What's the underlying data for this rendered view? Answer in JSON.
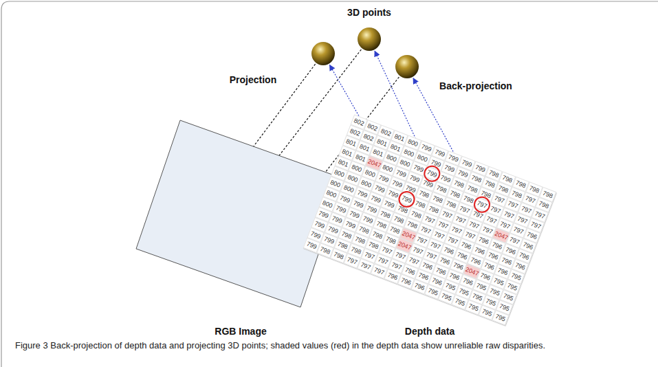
{
  "diagram": {
    "caption": "Figure 3 Back-projection of depth data and projecting 3D points; shaded values (red) in the depth data show unreliable raw disparities.",
    "nodes": [
      {
        "text": [
          "RGB Image"
        ]
      },
      {
        "text": [
          "Depth data"
        ]
      }
    ],
    "labels": [
      "3D points",
      "Projection",
      "Back-projection",
      "802",
      "802",
      "802",
      "801",
      "800",
      "799",
      "799",
      "799",
      "799",
      "799",
      "798",
      "798",
      "798",
      "798",
      "798",
      "802",
      "802",
      "801",
      "801",
      "800",
      "800",
      "799",
      "799",
      "799",
      "798",
      "798",
      "798",
      "798",
      "797",
      "798",
      "801",
      "801",
      "801",
      "800",
      "800",
      "799",
      "799",
      "799",
      "798",
      "798",
      "798",
      "797",
      "797",
      "797",
      "797",
      "801",
      "801",
      "2047",
      "800",
      "799",
      "799",
      "799",
      "798",
      "798",
      "798",
      "797",
      "797",
      "797",
      "797",
      "797",
      "801",
      "800",
      "800",
      "799",
      "799",
      "799",
      "798",
      "798",
      "798",
      "797",
      "797",
      "797",
      "797",
      "797",
      "796",
      "800",
      "800",
      "800",
      "799",
      "799",
      "799",
      "798",
      "798",
      "797",
      "797",
      "797",
      "797",
      "2047",
      "797",
      "796",
      "800",
      "800",
      "799",
      "799",
      "799",
      "798",
      "798",
      "797",
      "797",
      "797",
      "797",
      "796",
      "796",
      "796",
      "796",
      "800",
      "799",
      "799",
      "799",
      "798",
      "798",
      "798",
      "797",
      "797",
      "797",
      "796",
      "796",
      "796",
      "796",
      "796",
      "800",
      "799",
      "799",
      "799",
      "798",
      "798",
      "2047",
      "797",
      "797",
      "796",
      "796",
      "796",
      "796",
      "796",
      "795",
      "799",
      "799",
      "799",
      "798",
      "798",
      "798",
      "2047",
      "797",
      "797",
      "796",
      "796",
      "2047",
      "796",
      "795",
      "795",
      "799",
      "799",
      "798",
      "798",
      "798",
      "797",
      "797",
      "797",
      "796",
      "796",
      "796",
      "796",
      "795",
      "795",
      "795",
      "799",
      "799",
      "798",
      "798",
      "797",
      "797",
      "797",
      "796",
      "796",
      "796",
      "795",
      "795",
      "795",
      "795",
      "795",
      "799",
      "798",
      "798",
      "797",
      "797",
      "797",
      "796",
      "796",
      "796",
      "795",
      "795",
      "795",
      "795",
      "795",
      "795"
    ]
  }
}
